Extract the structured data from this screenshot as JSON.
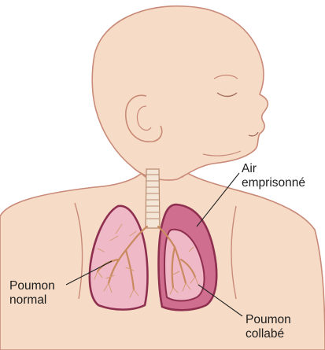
{
  "labels": {
    "trapped_air": {
      "line1": "Air",
      "line2": "emprisonné"
    },
    "normal_lung": {
      "line1": "Poumon",
      "line2": "normal"
    },
    "collapsed_lung": {
      "line1": "Poumon",
      "line2": "collabé"
    }
  },
  "colors": {
    "skin": "#f6dcc6",
    "skin_outline": "#c98a78",
    "lung_fill": "#f0b9c7",
    "lung_outline": "#8e2f50",
    "trapped_air": "#d06e8f",
    "bronchi": "#c98a60",
    "trachea": "#f4e6d6"
  }
}
